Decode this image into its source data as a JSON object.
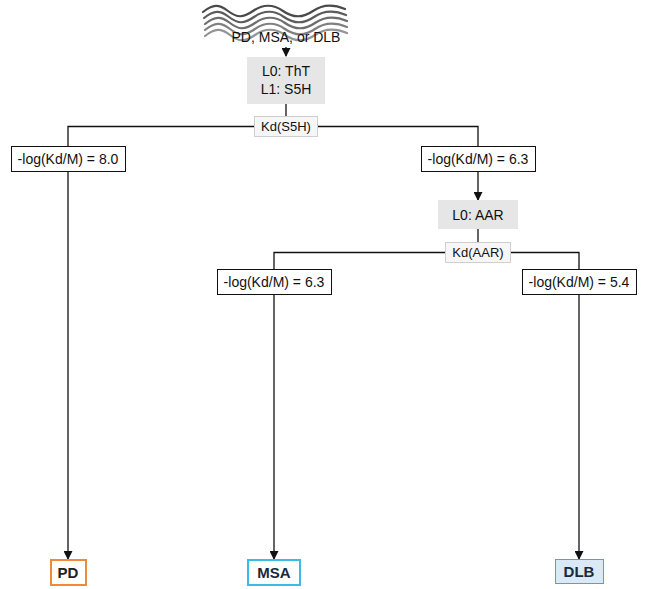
{
  "diagram": {
    "nodes": [
      {
        "text": [
          "L0: ThT L1: S5H"
        ]
      },
      {
        "text": [
          "Kd(S5H)"
        ]
      },
      {
        "text": [
          "-log(Kd/M) = 8.0"
        ]
      },
      {
        "text": [
          "-log(Kd/M) = 6.3"
        ]
      },
      {
        "text": [
          "L0: AAR"
        ]
      },
      {
        "text": [
          "Kd(AAR)"
        ]
      },
      {
        "text": [
          "-log(Kd/M) = 6.3"
        ]
      },
      {
        "text": [
          "-log(Kd/M) = 5.4"
        ]
      },
      {
        "text": [
          "PD"
        ]
      },
      {
        "text": [
          "MSA"
        ]
      },
      {
        "text": [
          "DLB"
        ]
      }
    ],
    "edges": [
      {
        "from": 0,
        "to": 1,
        "arrow": "none"
      },
      {
        "from": 1,
        "to": 2,
        "arrow": "none"
      },
      {
        "from": 1,
        "to": 3,
        "arrow": "none"
      },
      {
        "from": 2,
        "to": 8,
        "arrow": "to"
      },
      {
        "from": 3,
        "to": 4,
        "arrow": "to"
      },
      {
        "from": 4,
        "to": 5,
        "arrow": "none"
      },
      {
        "from": 5,
        "to": 6,
        "arrow": "none"
      },
      {
        "from": 5,
        "to": 7,
        "arrow": "none"
      },
      {
        "from": 6,
        "to": 9,
        "arrow": "to"
      },
      {
        "from": 7,
        "to": 10,
        "arrow": "to"
      }
    ],
    "labels": [
      "PD, MSA, or DLB"
    ]
  }
}
